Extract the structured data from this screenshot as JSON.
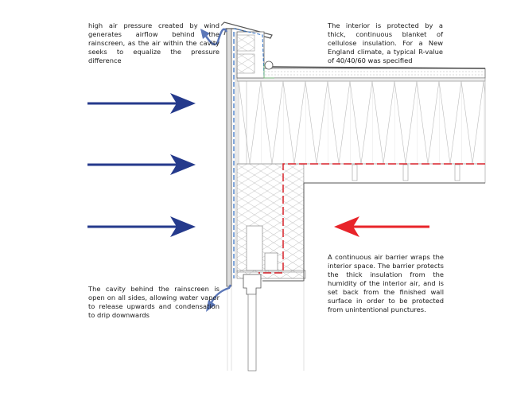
{
  "notes": {
    "wind_pressure": "high air pressure created by wind generates airflow behind the rainscreen, as the air within the cavity seeks to equalize the pressure difference",
    "insulation": "The interior is protected by a thick, continuous blanket of cellulose insulation. For a New England climate, a typical R-value of 40/40/60 was specified",
    "air_barrier": "A continuous air barrier wraps the interior space. The barrier protects the thick insulation from the humidity of the interior air, and is set back from the finished wall surface in order to be protected from unintentional punctures.",
    "cavity": "The cavity behind the rainscreen is open on all sides, allowing water vapor to release upwards and condensation to drip downwards"
  },
  "colors": {
    "exterior_arrow": "#253a8c",
    "interior_arrow": "#e8242a",
    "airflow_arrow": "#5b77b8",
    "air_barrier": "#d9222a",
    "cavity_line": "#2f6fc4",
    "linework": "#555555"
  }
}
